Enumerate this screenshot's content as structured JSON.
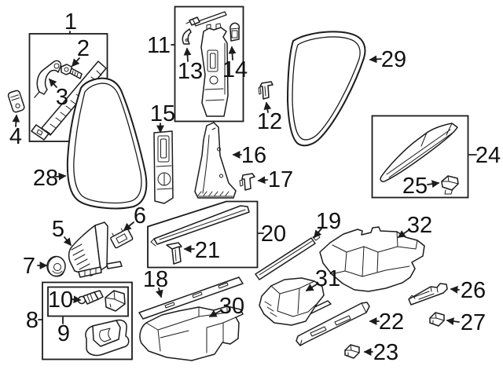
{
  "diagram": {
    "background_color": "#ffffff",
    "line_color": "#1c1c1c",
    "label_color": "#111111",
    "callouts": [
      {
        "label": "1",
        "part": "a-pillar-trim-assembly-box"
      },
      {
        "label": "2",
        "part": "trim-screw"
      },
      {
        "label": "3",
        "part": "retainer-bracket"
      },
      {
        "label": "4",
        "part": "trim-clip"
      },
      {
        "label": "5",
        "part": "a-pillar-lower-trim"
      },
      {
        "label": "6",
        "part": "mounting-bracket"
      },
      {
        "label": "7",
        "part": "grommet-plug"
      },
      {
        "label": "8",
        "part": "courtesy-lamp-assembly-box"
      },
      {
        "label": "9",
        "part": "courtesy-lamp-housing"
      },
      {
        "label": "10",
        "part": "bulb-and-socket"
      },
      {
        "label": "11",
        "part": "b-pillar-upper-trim-assembly-box"
      },
      {
        "label": "12",
        "part": "trim-clip"
      },
      {
        "label": "13",
        "part": "trim-bracket"
      },
      {
        "label": "14",
        "part": "trim-clip"
      },
      {
        "label": "15",
        "part": "b-pillar-lower-trim"
      },
      {
        "label": "16",
        "part": "c-pillar-lower-trim"
      },
      {
        "label": "17",
        "part": "trim-clip"
      },
      {
        "label": "18",
        "part": "rear-sill-strip"
      },
      {
        "label": "19",
        "part": "sill-strip"
      },
      {
        "label": "20",
        "part": "sill-plate-box"
      },
      {
        "label": "21",
        "part": "sill-clip"
      },
      {
        "label": "22",
        "part": "sill-rail"
      },
      {
        "label": "23",
        "part": "rail-clip"
      },
      {
        "label": "24",
        "part": "quarter-trim-box"
      },
      {
        "label": "25",
        "part": "trim-clip"
      },
      {
        "label": "26",
        "part": "sill-rail"
      },
      {
        "label": "27",
        "part": "rail-clip"
      },
      {
        "label": "28",
        "part": "front-door-opening-seal"
      },
      {
        "label": "29",
        "part": "rear-door-opening-seal"
      },
      {
        "label": "30",
        "part": "cowl-side-trim"
      },
      {
        "label": "31",
        "part": "rear-floor-covering"
      },
      {
        "label": "32",
        "part": "front-floor-covering"
      }
    ]
  }
}
